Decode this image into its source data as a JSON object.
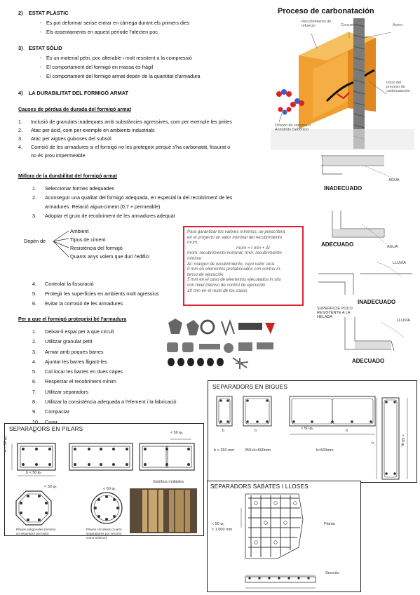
{
  "sections": {
    "plastic": {
      "heading": "2)    ESTAT PLÀSTIC",
      "items": [
        "Es pot deformar sense entrar en càrrega durant els primers dies",
        "Els assentaments en aquest període l'afecten poc"
      ]
    },
    "solid": {
      "heading": "3)    ESTAT SÒLID",
      "items": [
        "És un material pètri, poc alterable i molt resistent a la compressió",
        "El comportament del formigó en massa és fràgil",
        "El comportament del formigó armat depèn de la quantitat d'armadura"
      ]
    },
    "durability": {
      "heading": "4)    LA DURABILITAT DEL FORMIGÓ ARMAT"
    },
    "causes": {
      "title": "Causes de pèrdua de durada del formigó armat",
      "items": [
        {
          "n": "1.",
          "text": "Inclusió de granulats inadequats amb substàncies agressives, com per exemple les pirites"
        },
        {
          "n": "2.",
          "text": "Atac per àcid, com per exemple en ambients industrials"
        },
        {
          "n": "3.",
          "text": "Atac per aigües guixoses del subsòl"
        },
        {
          "n": "4.",
          "text": "Corrisió de les armadures si el formigó no les protegeix perquè s'ha carbonatat, fissurat o"
        },
        {
          "n": "",
          "text": "no és prou impermeable"
        }
      ]
    },
    "improve": {
      "title": "Millora de la durabilitat del formigó armat",
      "items_a": [
        {
          "n": "1.",
          "text": "Seleccionar formes adequades"
        },
        {
          "n": "2.",
          "text": "Aconseguir una qualitat del formigó adequada, en especial la del recobriment de les"
        },
        {
          "n": "",
          "text": "armadures. Relació aigua-ciment (0,7 + permeable)"
        },
        {
          "n": "3.",
          "text": "Adoptar el gruix de recobriment de les armadures adequat"
        }
      ],
      "depends_label": "Depèn de",
      "depends": [
        "Ambient",
        "Tipus de ciment",
        "Resistència del formigó",
        "Quants anys volem que duri l'edifici"
      ],
      "items_b": [
        {
          "n": "4.",
          "text": "Controlar la fissuració"
        },
        {
          "n": "5.",
          "text": "Protegir les superfícies en ambients molt agressius"
        },
        {
          "n": "6.",
          "text": "Evitar la corrosió de les armadures"
        }
      ]
    },
    "protect": {
      "title": "Per a que el formigó protegeixi bé l'armadura",
      "items": [
        {
          "n": "1.",
          "text": "Deixar-li espai per a que circuli"
        },
        {
          "n": "2.",
          "text": "Utilitzar granulat petit"
        },
        {
          "n": "3.",
          "text": "Armar amb poques barres"
        },
        {
          "n": "4.",
          "text": "Ajuntar les barres lligant-les"
        },
        {
          "n": "5.",
          "text": "Col·locar les barres en dues capes"
        },
        {
          "n": "6.",
          "text": "Respectar el recobriment mínim"
        },
        {
          "n": "7.",
          "text": "Utilitzar separadors"
        },
        {
          "n": "8.",
          "text": "Utilitzar la consistència adequada a l'element i la fabricació"
        },
        {
          "n": "9.",
          "text": "Compactar"
        },
        {
          "n": "10.",
          "text": "Curar"
        }
      ]
    }
  },
  "red_note": {
    "lines": [
      "Para garantizar los valores mínimos, se prescribirá",
      "en el proyecto un valor nominal del recubrimiento",
      "rnom:",
      "rnom = r min + Δr",
      "rnom: recubrimiento nominal; rmin: recubrimiento",
      "mínimo",
      "Δr: margen de recubrimiento, cuyo valor será:",
      "0 mm en elementos prefabricados con control in-",
      "tenso de ejecución",
      "5 mm en el caso de elementos ejecutados in situ",
      "con nivel intenso de control de ejecución",
      "10 mm en el resto de los casos"
    ]
  },
  "carbonation": {
    "title": "Proceso de carbonatación",
    "labels": {
      "rebar_cover": "Recubrimiento de refuerzo",
      "concrete": "Concreto",
      "steel": "Acero",
      "start": "Inicio del proceso de carbonatación",
      "co2": "Dióxido de carbono o Anhídrido carbónico"
    }
  },
  "details": {
    "inadequate": "INADECUADO",
    "adequate": "ADECUADO",
    "agua": "AGUA",
    "lluvia": "LLUVIA",
    "superficie": "SUPERFICIE POCO RESISTENTE A LA HELADA"
  },
  "pilars": {
    "title": "SEPARADORS EN PILARS",
    "labels": {
      "phi": "φ₁",
      "b1": "b < 50 φ₁",
      "a1": "a < 50 φ₁",
      "lt50": "< 50 φ₁",
      "estribos": "Estribos múltiples",
      "poly": "Pilares poligonales (mínimo un separador por lado)",
      "circ": "Pilares circulares (cuatro separadores por sección como mínimo)"
    }
  },
  "bigues": {
    "title": "SEPARADORS EN BIGUES",
    "labels": {
      "b": "b",
      "h": "h",
      "lt50": "< 50 φ₁",
      "c1": "b < 250 mm",
      "c2": "250<b<500mm",
      "c3": "b>500mm"
    }
  },
  "sabates": {
    "title": "SEPARADORS SABATES I LLOSES",
    "labels": {
      "spacing1": "< 50 φ₁",
      "spacing2": "< 1.000 mm",
      "planta": "Planta",
      "seccion": "Sección"
    }
  },
  "colors": {
    "red": "#d22333",
    "concrete": "#f0a030",
    "rebar": "#7b7b7b",
    "concrete_light": "#f6c060"
  }
}
